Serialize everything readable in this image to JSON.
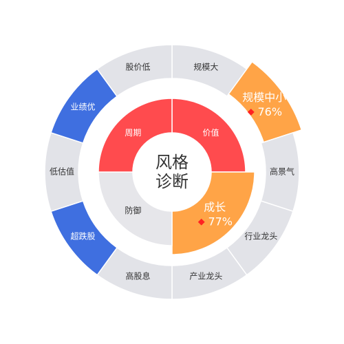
{
  "colors": {
    "base": "#e2e3e8",
    "inner_base": "#e6e6ea",
    "red": "#ff4b4e",
    "orange": "#ffa447",
    "blue": "#3f6fe0",
    "marker": "#ff2222"
  },
  "chart_data": {
    "type": "pie",
    "center_label": [
      "风格",
      "诊断"
    ],
    "outer_ring": [
      {
        "label": "规模大",
        "state": "base"
      },
      {
        "label": "规模中小",
        "state": "highlight",
        "color": "orange",
        "value": "76%"
      },
      {
        "label": "高景气",
        "state": "base"
      },
      {
        "label": "行业龙头",
        "state": "base"
      },
      {
        "label": "产业龙头",
        "state": "base"
      },
      {
        "label": "高股息",
        "state": "base"
      },
      {
        "label": "超跌股",
        "state": "blue"
      },
      {
        "label": "低估值",
        "state": "base"
      },
      {
        "label": "业绩优",
        "state": "blue"
      },
      {
        "label": "股价低",
        "state": "base"
      }
    ],
    "inner_ring": [
      {
        "label": "价值",
        "state": "red"
      },
      {
        "label": "成长",
        "state": "highlight",
        "color": "orange",
        "value": "77%"
      },
      {
        "label": "防御",
        "state": "base"
      },
      {
        "label": "周期",
        "state": "red"
      }
    ]
  }
}
